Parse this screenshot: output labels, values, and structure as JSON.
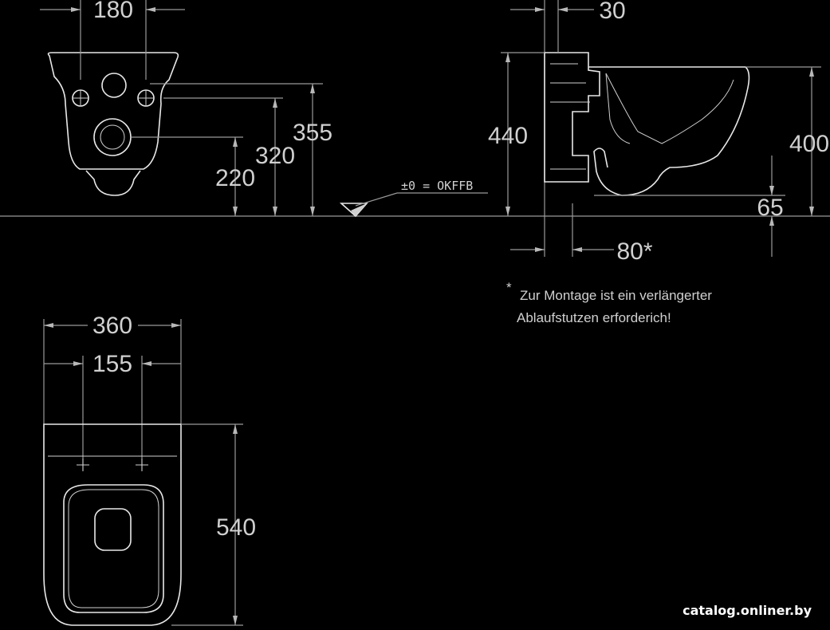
{
  "front_view": {
    "dims": {
      "width_fix": "180",
      "h_total": "355",
      "h_mid": "320",
      "h_low": "220"
    }
  },
  "side_view": {
    "dims": {
      "top": "30",
      "height_left": "440",
      "height_right": "400",
      "gap": "65",
      "offset": "80*"
    },
    "floor_label": "±0 = OKFFB"
  },
  "top_view": {
    "dims": {
      "width": "360",
      "holes": "155",
      "length": "540"
    }
  },
  "note": {
    "marker": "*",
    "line1": "Zur Montage ist ein verlängerter",
    "line2": "Ablaufstutzen erforderich!"
  },
  "watermark": "catalog.onliner.by",
  "colors": {
    "background": "#000000",
    "lines": "#e0e0e0"
  }
}
